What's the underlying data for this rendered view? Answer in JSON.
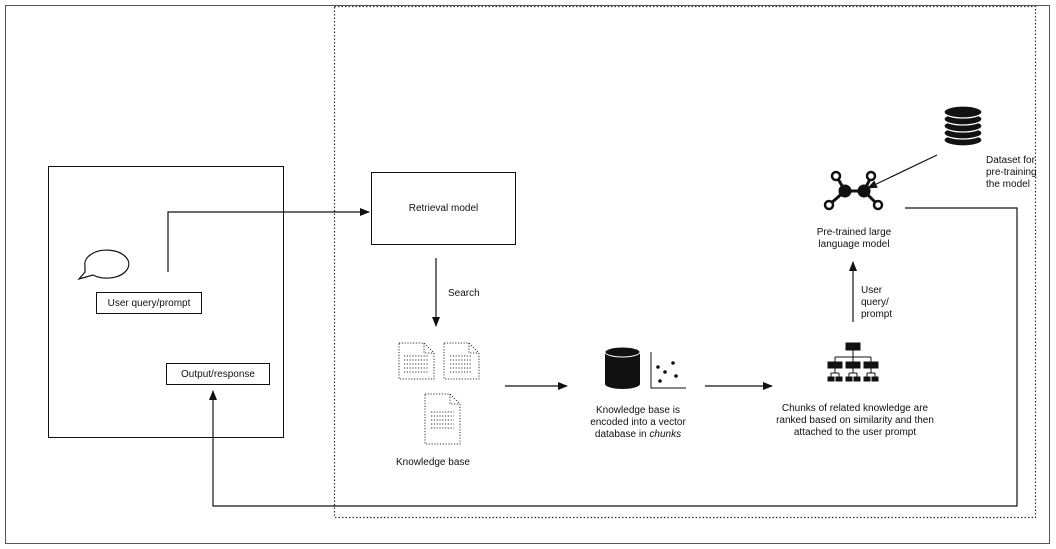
{
  "user_side": {
    "query_label": "User query/prompt",
    "output_label": "Output/response"
  },
  "retrieval": {
    "model_label": "Retrieval model",
    "search_label": "Search",
    "knowledge_base_label": "Knowledge base",
    "vector_db_label_pre": "Knowledge base is encoded into a vector database in ",
    "vector_db_label_em": "chunks",
    "chunks_label": "Chunks of related knowledge are ranked based on similarity and then attached to the user prompt"
  },
  "model": {
    "llm_label": "Pre-trained large language model",
    "query_arrow_label": "User query/ prompt",
    "dataset_label": "Dataset for pre-training the model"
  }
}
